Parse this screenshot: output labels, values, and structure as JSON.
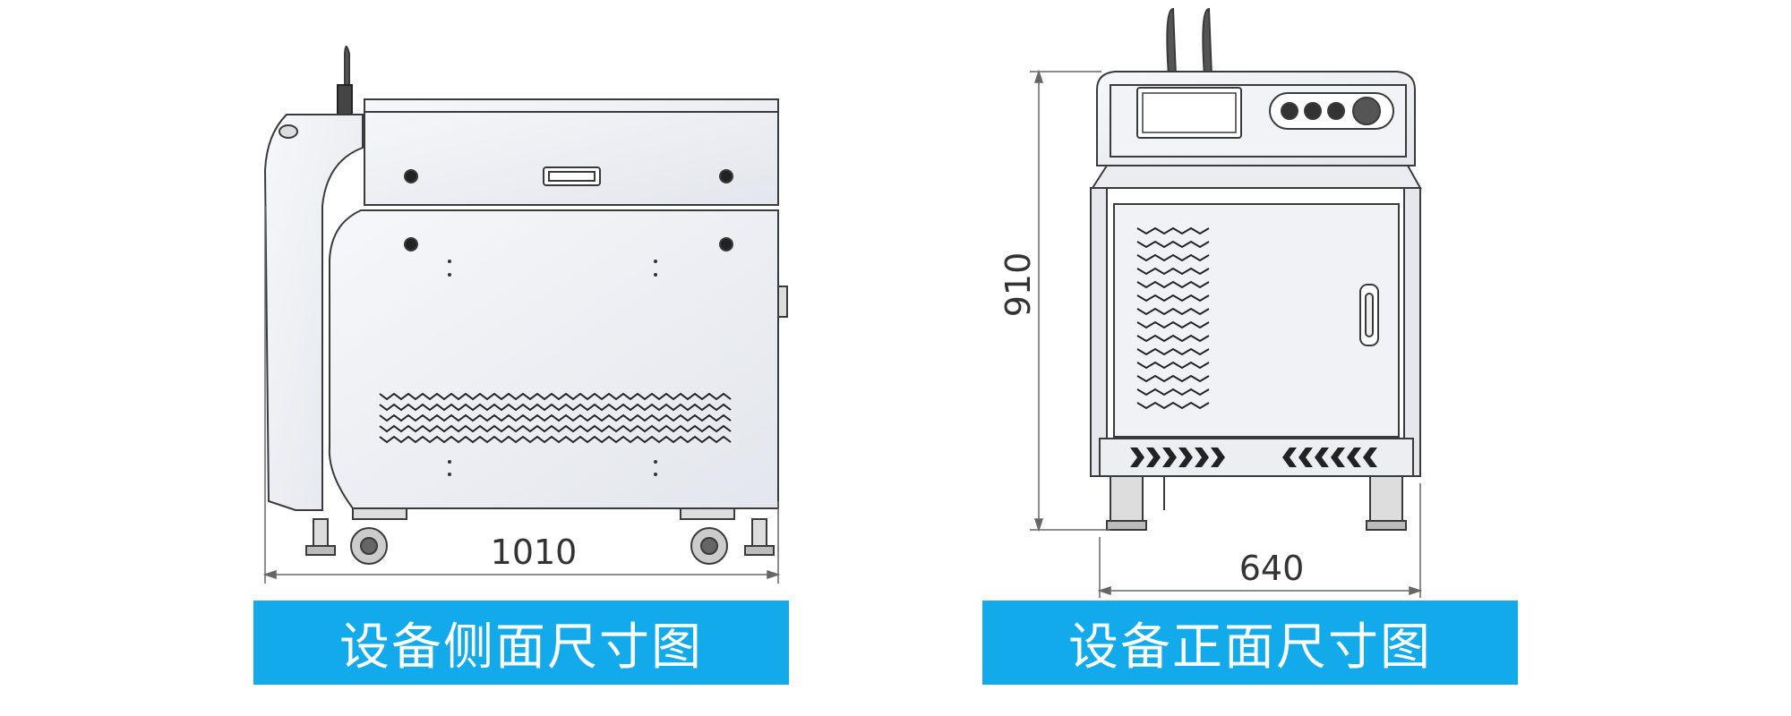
{
  "colors": {
    "caption_bg": "#12aaeb",
    "caption_text": "#ffffff",
    "body_fill": "#eceef2",
    "line": "#3a3a3a"
  },
  "side_view": {
    "width_label": "1010",
    "caption": "设备侧面尺寸图"
  },
  "front_view": {
    "height_label": "910",
    "width_label": "640",
    "caption": "设备正面尺寸图"
  }
}
